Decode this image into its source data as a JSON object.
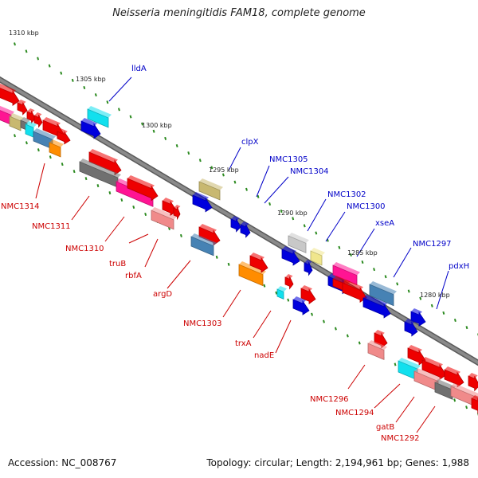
{
  "title": "Neisseria meningitidis FAM18, complete genome",
  "footer": {
    "accession": "Accession: NC_008767",
    "stats": "Topology: circular; Length: 2,194,961 bp; Genes: 1,988"
  },
  "colors": {
    "backbone": "#8a8a8a",
    "tick": "#2b8a1f",
    "upper_label": "#0000c8",
    "lower_label": "#cc0000",
    "red": "#ee0000",
    "blue": "#0000dd",
    "cyan": "#11e0ee",
    "khaki": "#c8b870",
    "magenta": "#ff1493",
    "pink": "#f08a8a",
    "steelblue": "#4682b4",
    "grey": "#707070",
    "lightgrey": "#c8c8c8",
    "yellow": "#f0e68c",
    "orange": "#ff8c00"
  },
  "scale_labels": [
    "1310 kbp",
    "1305 kbp",
    "1300 kbp",
    "1295 kbp",
    "1290 kbp",
    "1285 kbp",
    "1280 kbp"
  ],
  "upper_gene_labels": [
    "lldA",
    "clpX",
    "NMC1305",
    "NMC1304",
    "NMC1302",
    "NMC1300",
    "xseA",
    "NMC1297",
    "pdxH"
  ],
  "lower_gene_labels": [
    "NMC1314",
    "NMC1311",
    "NMC1310",
    "truB",
    "rbfA",
    "argD",
    "NMC1303",
    "trxA",
    "nadE",
    "NMC1296",
    "NMC1294",
    "gatB",
    "NMC1292"
  ]
}
